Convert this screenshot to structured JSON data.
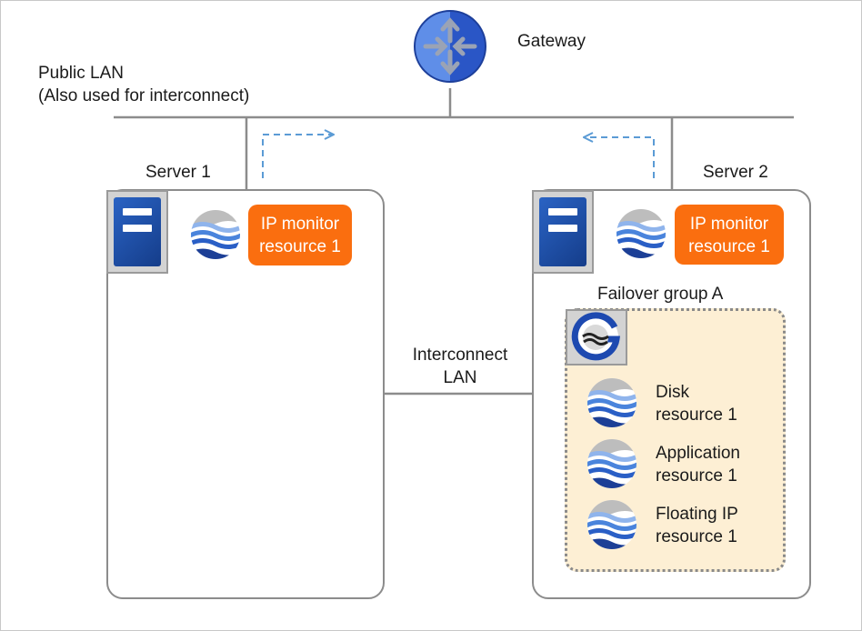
{
  "gateway": {
    "label": "Gateway",
    "icon": "router-icon"
  },
  "public_lan": {
    "line1": "Public LAN",
    "line2": "(Also used for interconnect)"
  },
  "interconnect_lan": {
    "line1": "Interconnect",
    "line2": "LAN"
  },
  "server1": {
    "label": "Server 1",
    "monitor": {
      "line1": "IP monitor",
      "line2": "resource 1"
    }
  },
  "server2": {
    "label": "Server 2",
    "monitor": {
      "line1": "IP monitor",
      "line2": "resource 1"
    },
    "failover_group": {
      "label": "Failover group A",
      "resources": [
        {
          "line1": "Disk",
          "line2": "resource 1"
        },
        {
          "line1": "Application",
          "line2": "resource 1"
        },
        {
          "line1": "Floating IP",
          "line2": "resource 1"
        }
      ]
    }
  },
  "colors": {
    "badge": "#fa6e0f",
    "server": "#1d4fa8",
    "group_fill": "#fdefd4",
    "arrow": "#5b9bd5",
    "line": "#8c8c8c"
  }
}
